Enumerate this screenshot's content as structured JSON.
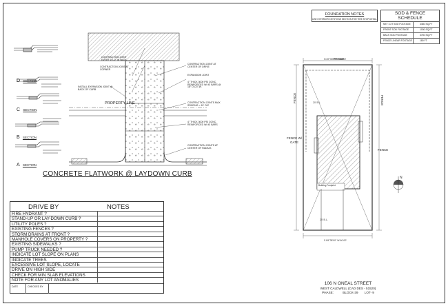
{
  "foundation_notes": {
    "title": "FOUNDATION NOTES",
    "subtitle": "USE EXTERIOR KEYSTONE SECTION FOR TIRE STOP DETAIL"
  },
  "sod_schedule": {
    "title_line1": "SOD & FENCE",
    "title_line2": "SCHEDULE",
    "rows": [
      {
        "label": "NET LOT SOD FOOTAGE",
        "value": "4460 SQ.FT"
      },
      {
        "label": "FRONT SOD FOOTAGE",
        "value": "1030 SQ.FT"
      },
      {
        "label": "BACK SOD FOOTAGE",
        "value": "3760 SQ.FT"
      },
      {
        "label": "FENCE LINEAR FOOTAGE",
        "value": "180 FT"
      }
    ]
  },
  "sections": [
    {
      "letter": "D",
      "label": "SECTION"
    },
    {
      "letter": "C",
      "label": "SECTION"
    },
    {
      "letter": "B",
      "label": "SECTION"
    },
    {
      "letter": "A",
      "label": "SECTION"
    }
  ],
  "flatwork": {
    "title": "CONCRETE FLATWORK @ LAYDOWN CURB",
    "property_line": "PROPERTY LINE",
    "notes": [
      "CONTRACTION JOINT EVERY 10'-0\" IN WALK",
      "CONTRACTION JOINT AT CORNER",
      "CONTRACTION JOINT AT CENTER OF DRIVE",
      "EXPANSION JOINT",
      "4\" THICK 3000 PSI CONC. REINFORCED W/ #3 BARS @ 18\" O.C.E.W.",
      "INSTALL EXPANSION JOINT @ BACK OF CURB",
      "CONTRACTION JOINTS MAX SPACING = 10' O/C",
      "4\" THICK 3000 PSI CONC. REINFORCED W/ #3 BARS",
      "CONTRACTION JOINTS AT CENTER OF RADIUS"
    ]
  },
  "site_plan": {
    "fence_top": "FENCE",
    "fence_left": "FENCE",
    "fence_right": "FENCE",
    "fence_right_lower": "FENCE",
    "fence_gate_line1": "FENCE W/",
    "fence_gate_line2": "GATE",
    "building_label": "Building Footprint"
  },
  "drive_by": {
    "header_left": "DRIVE BY",
    "header_right": "NOTES",
    "items": [
      "FIRE HYDRANT ?",
      "STAND-UP OR LAY-DOWN CURB ?",
      "UTILITY POLES ?",
      "EXISTING FENCES ?",
      "STORM DRAINS AT FRONT ?",
      "MANHOLE COVERS ON PROPERTY ?",
      "EXISTING SIDEWALKS ?",
      "PUMP TRUCK NEEDED ?",
      "INDICATE LOT SLOPE ON PLANS",
      "INDICATE TREES",
      "EXCESSIVE LOT SLOPE, LOCATE",
      "DRIVE ON HIGH SIDE",
      "CHECK FOR MIN SLAB ELEVATIONS",
      "NOTE FOR ANY LOT ANOMALIES"
    ],
    "footer_date": "DATE",
    "footer_checked": "CHECKED BY"
  },
  "address": {
    "street": "106 N ONEAL STREET",
    "subdivision": "WEST CALDWELL (CAD DES - 51520)",
    "phase_label": "PHASE:",
    "block": "BLOCK-39",
    "lot": "LOT- 9"
  }
}
